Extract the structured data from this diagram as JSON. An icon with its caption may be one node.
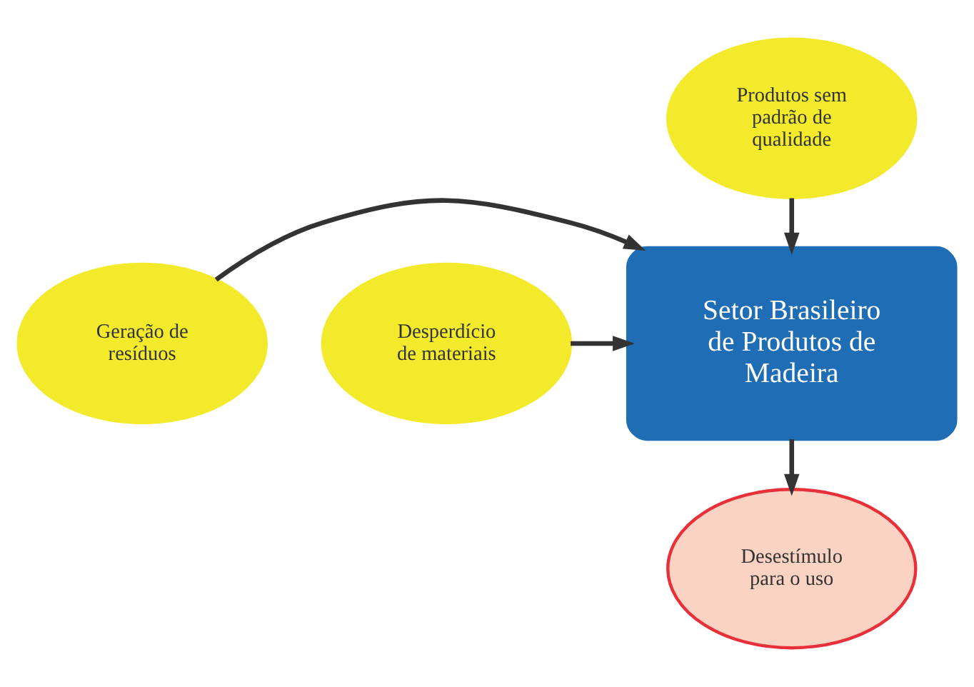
{
  "diagram": {
    "nodes": [
      {
        "text": [
          "Produtos sem padrão de qualidade"
        ]
      },
      {
        "text": [
          "Geração de resíduos"
        ]
      },
      {
        "text": [
          "Setor Brasileiro de Produtos de Madeira"
        ]
      },
      {
        "text": [
          "Desperdício de materiais"
        ]
      },
      {
        "text": [
          "Desestímulo para o uso"
        ]
      }
    ],
    "edges": [
      {
        "from": 0,
        "to": 2,
        "arrow": "to"
      },
      {
        "from": 1,
        "to": 2,
        "arrow": "to"
      },
      {
        "from": 3,
        "to": 2,
        "arrow": "to"
      },
      {
        "from": 2,
        "to": 4,
        "arrow": "to"
      }
    ]
  }
}
